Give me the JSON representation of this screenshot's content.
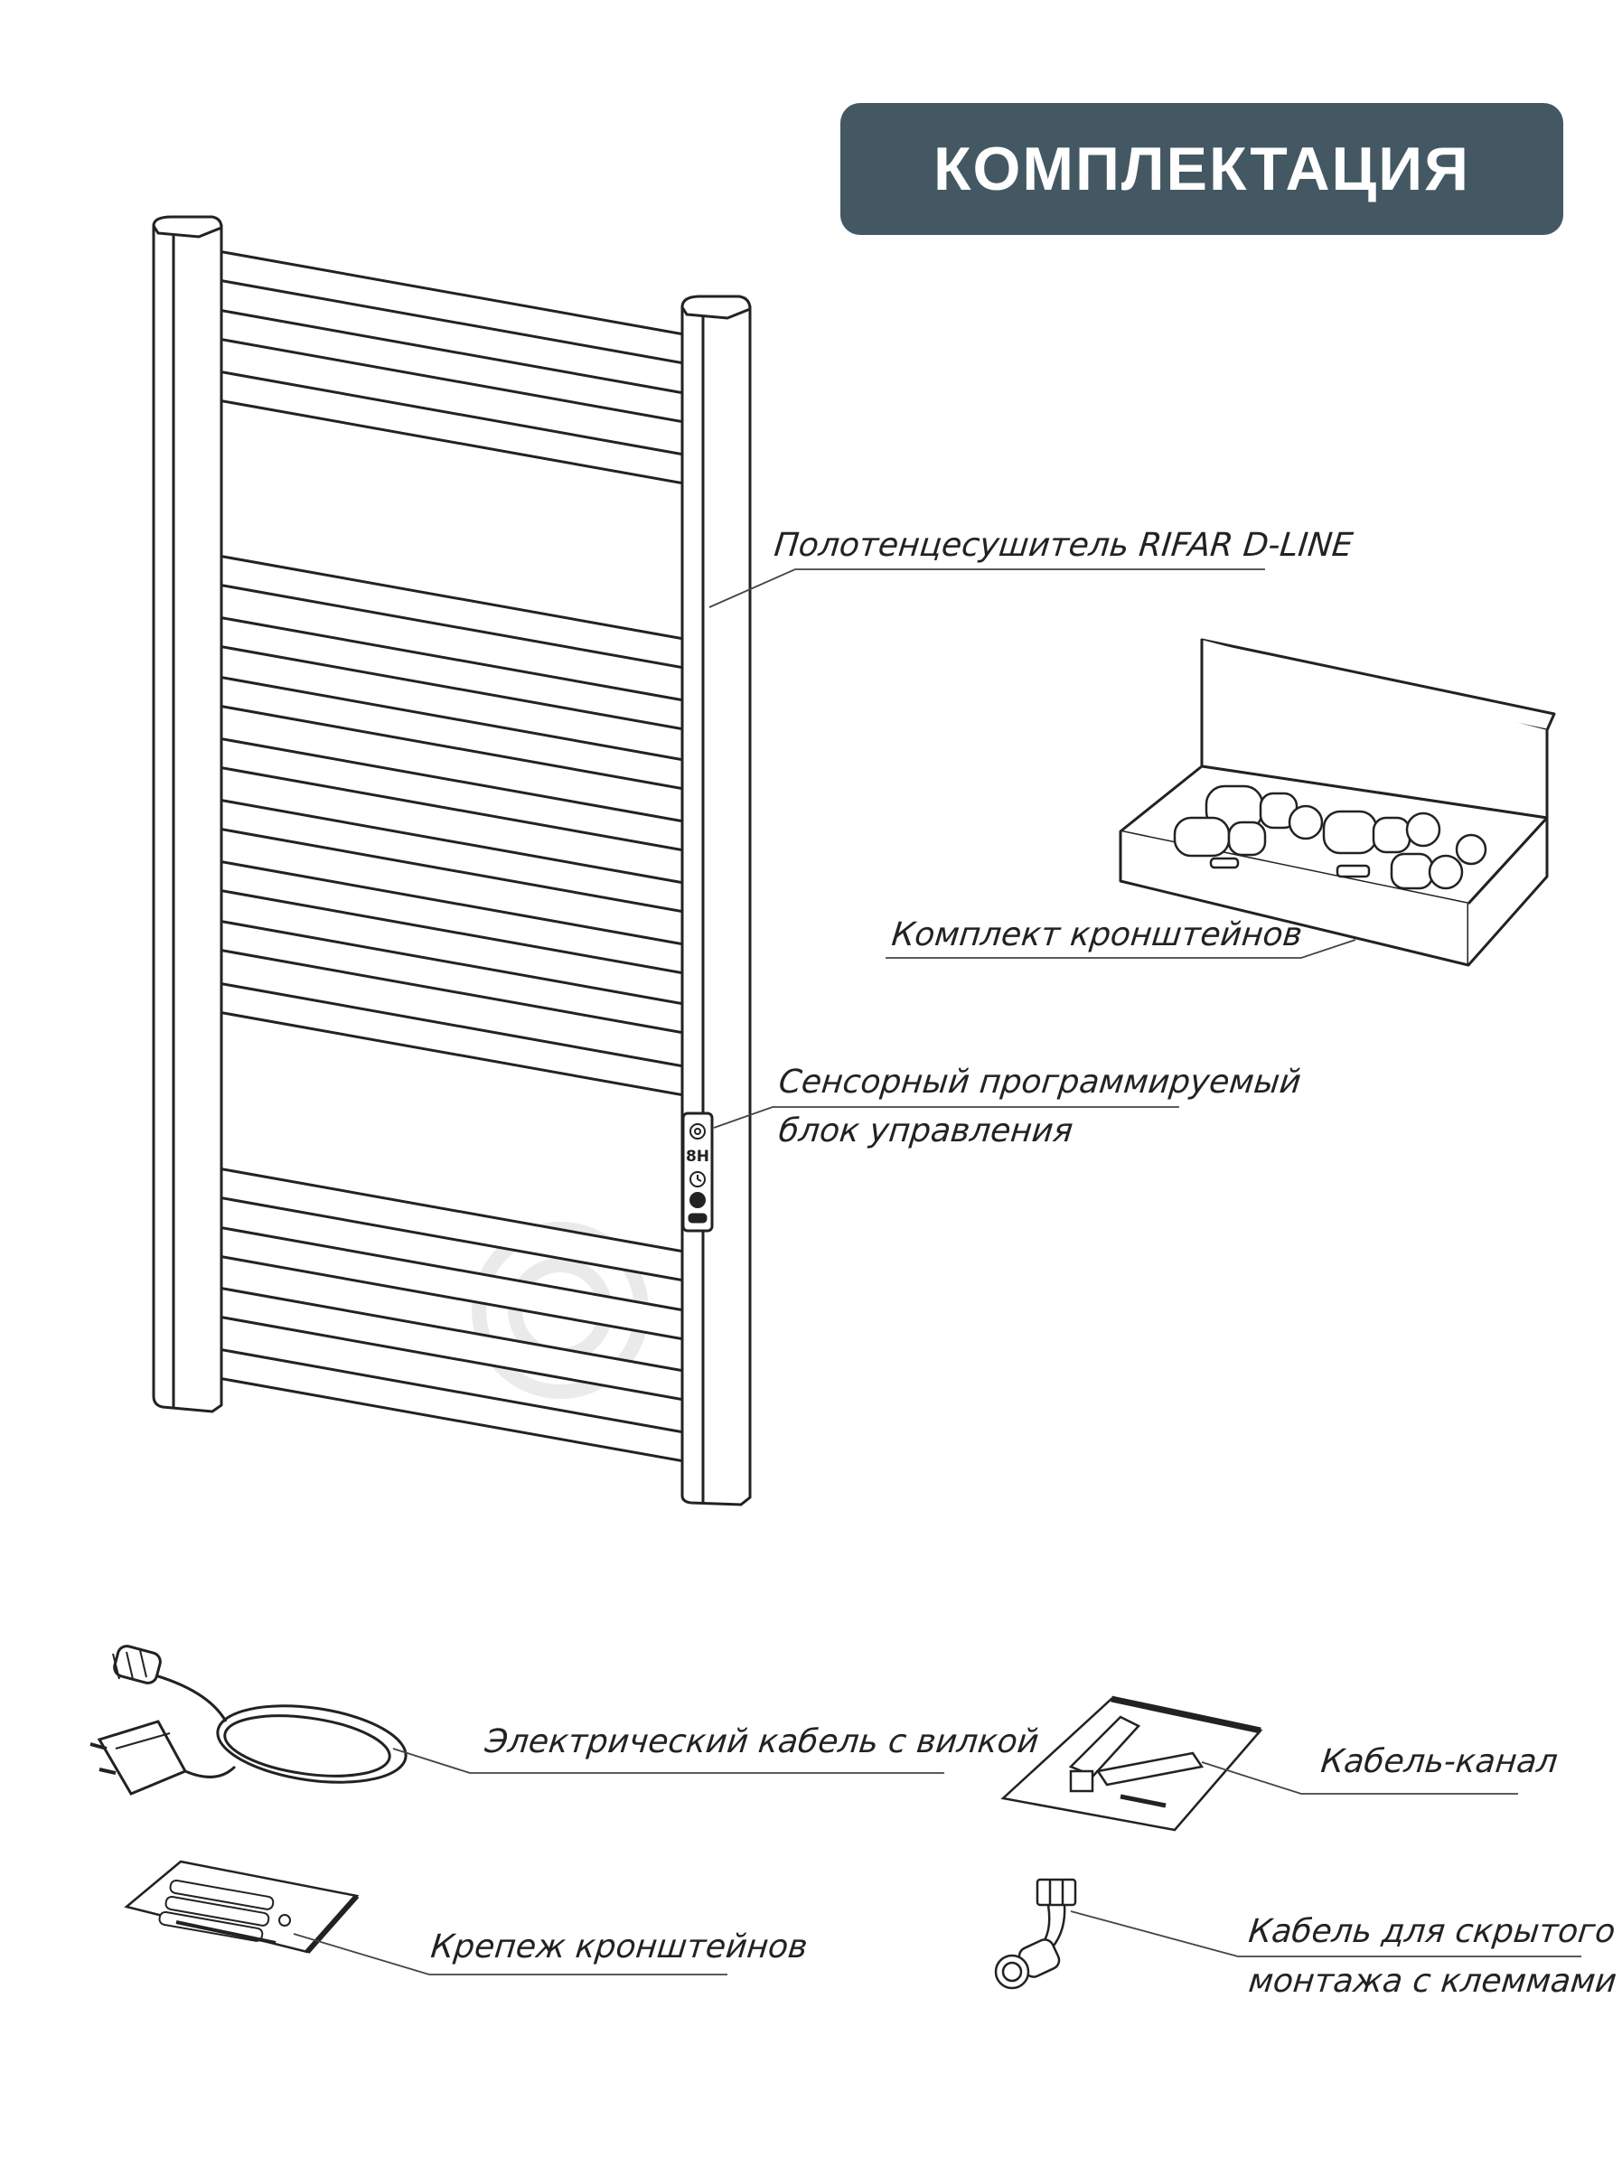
{
  "header": {
    "title": "КОМПЛЕКТАЦИЯ"
  },
  "labels": {
    "towel_dryer": "Полотенцесушитель RIFAR D-LINE",
    "bracket_kit": "Комплект кронштейнов",
    "control_line1": "Сенсорный программируемый",
    "control_line2": "блок управления",
    "electric_cable": "Электрический кабель с вилкой",
    "cable_channel": "Кабель-канал",
    "fasteners": "Крепеж кронштейнов",
    "hidden_cable_line1": "Кабель для скрытого",
    "hidden_cable_line2": "монтажа с клеммами"
  },
  "control_panel": {
    "display_text": "8H"
  },
  "colors": {
    "header_bg": "#435862",
    "line": "#222222",
    "text": "#222222"
  }
}
